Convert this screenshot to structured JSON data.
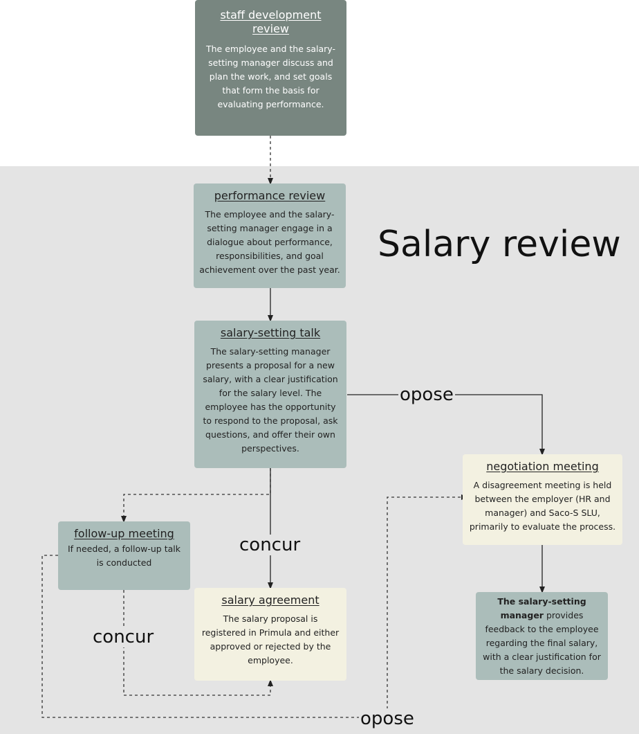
{
  "title": "Salary review",
  "nodes": {
    "staff_dev": {
      "title": "staff development review",
      "body": "The employee and the salary-setting manager discuss and plan the work, and set goals that form the basis for evaluating performance."
    },
    "performance": {
      "title": "performance review",
      "body": "The employee and the salary-setting manager engage in a dialogue about performance, responsibilities, and goal achievement over the past year."
    },
    "salary_talk": {
      "title": "salary-setting talk",
      "body": "The salary-setting manager presents a proposal for a new salary, with a clear justification for the salary level. The employee has the opportunity to respond to the proposal, ask questions, and offer their own perspectives."
    },
    "followup": {
      "title": "follow-up meeting",
      "body": "If needed, a follow-up talk is conducted"
    },
    "agreement": {
      "title": "salary agreement",
      "body": "The salary proposal is registered in Primula and either approved or rejected by the employee."
    },
    "negotiation": {
      "title": "negotiation meeting",
      "body": "A disagreement meeting is held between the employer (HR and manager) and Saco-S SLU, primarily to evaluate the process."
    },
    "feedback": {
      "bold": "The salary-setting manager",
      "body": "provides feedback to the employee regarding the final salary, with a clear justification for the salary decision."
    }
  },
  "edge_labels": {
    "opose_top": "opose",
    "concur_center": "concur",
    "concur_left": "concur",
    "opose_bottom": "opose"
  },
  "colors": {
    "dark_box": "#788680",
    "sage_box": "#abbdba",
    "cream_box": "#f3f1e1",
    "band": "#e4e4e4"
  }
}
